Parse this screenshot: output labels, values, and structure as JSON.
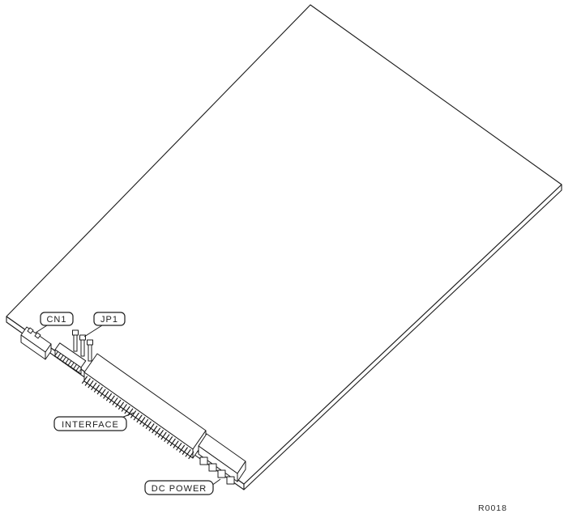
{
  "colors": {
    "line": "#1c1c1c",
    "background": "#ffffff"
  },
  "callouts": {
    "cn1": {
      "label": "CN1"
    },
    "jp1": {
      "label": "JP1"
    },
    "interface": {
      "label": "INTERFACE"
    },
    "dc_power": {
      "label": "DC POWER"
    }
  },
  "drawing_number": "R0018"
}
